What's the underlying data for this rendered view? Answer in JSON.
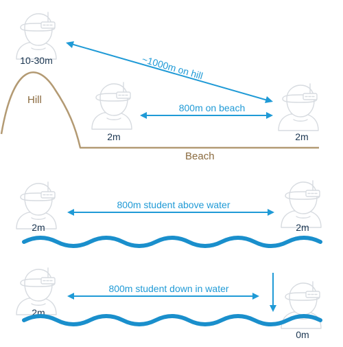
{
  "scenario_1": {
    "hill_label": "Hill",
    "beach_label": "Beach",
    "person_hill_height": "10-30m",
    "person_mid_height": "2m",
    "person_right_height": "2m",
    "arrow_hill_label": "~1000m on hill",
    "arrow_beach_label": "800m on beach"
  },
  "scenario_2": {
    "person_left_height": "2m",
    "person_right_height": "2m",
    "arrow_label": "800m student above water"
  },
  "scenario_3": {
    "person_left_height": "2m",
    "person_right_height": "0m",
    "arrow_label": "800m student down in water"
  },
  "colors": {
    "arrow": "#1f9ad6",
    "water": "#1a8fcc",
    "terrain": "#b39a73",
    "figure_outline": "#d7dbe0"
  },
  "icons": {
    "person": "person-with-radio-icon"
  }
}
